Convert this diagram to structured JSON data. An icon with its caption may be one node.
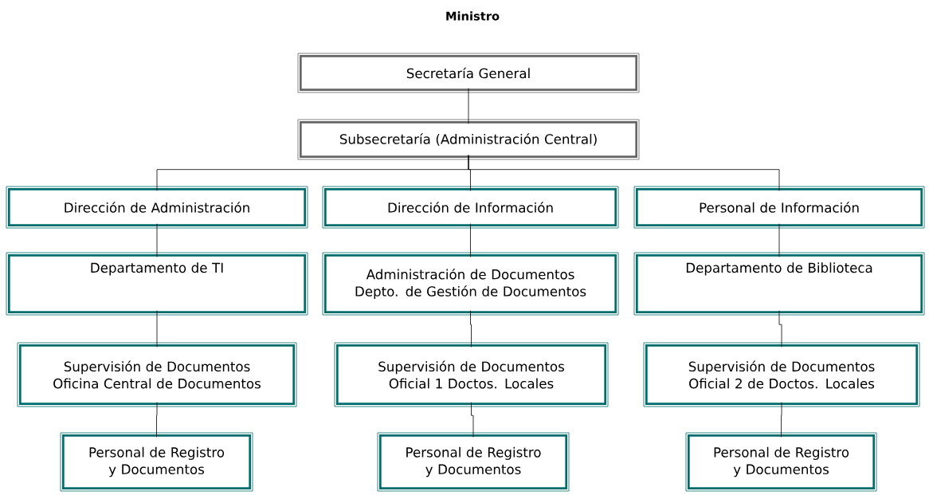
{
  "diagram": {
    "title": "Ministro",
    "nodes": [
      {
        "text": [
          "Secretaría General"
        ]
      },
      {
        "text": [
          "Subsecretaría (Administración Central)"
        ]
      },
      {
        "text": [
          "Dirección de Administración"
        ]
      },
      {
        "text": [
          "Dirección de Información"
        ]
      },
      {
        "text": [
          "Personal de Información"
        ]
      },
      {
        "text": [
          "Departamento de TI"
        ]
      },
      {
        "text": [
          "Administración de Documentos",
          "Depto. de Gestión de Documentos"
        ]
      },
      {
        "text": [
          "Departamento de Biblioteca"
        ]
      },
      {
        "text": [
          "Supervisión de Documentos",
          "Oficina Central de Documentos"
        ]
      },
      {
        "text": [
          "Supervisión de Documentos",
          "Oficial 1 Doctos. Locales"
        ]
      },
      {
        "text": [
          "Supervisión de Documentos",
          "Oficial 2 de Doctos. Locales"
        ]
      },
      {
        "text": [
          "Personal de Registro y Documentos"
        ]
      },
      {
        "text": [
          "Personal de Registro y Documentos"
        ]
      },
      {
        "text": [
          "Personal de Registro y Documentos"
        ]
      }
    ],
    "edges": [
      {
        "from": 0,
        "to": 1,
        "arrow": "none"
      },
      {
        "from": 1,
        "to": 2,
        "arrow": "none"
      },
      {
        "from": 1,
        "to": 3,
        "arrow": "none"
      },
      {
        "from": 1,
        "to": 4,
        "arrow": "none"
      },
      {
        "from": 2,
        "to": 5,
        "arrow": "none"
      },
      {
        "from": 3,
        "to": 6,
        "arrow": "none"
      },
      {
        "from": 4,
        "to": 7,
        "arrow": "none"
      },
      {
        "from": 5,
        "to": 8,
        "arrow": "none"
      },
      {
        "from": 6,
        "to": 9,
        "arrow": "none"
      },
      {
        "from": 7,
        "to": 10,
        "arrow": "none"
      },
      {
        "from": 8,
        "to": 11,
        "arrow": "none"
      },
      {
        "from": 9,
        "to": 12,
        "arrow": "none"
      },
      {
        "from": 10,
        "to": 13,
        "arrow": "none"
      }
    ]
  }
}
